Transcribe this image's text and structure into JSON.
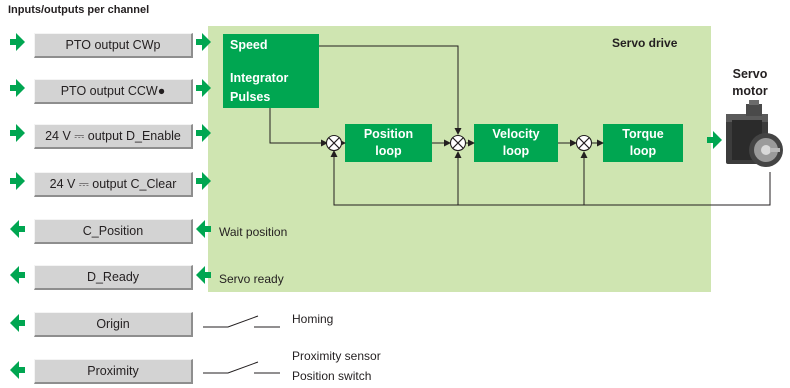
{
  "heading": "Inputs/outputs per channel",
  "drive_label": "Servo drive",
  "io": [
    {
      "label": "PTO output CWp",
      "dir": "in"
    },
    {
      "label": "PTO output CCW●",
      "dir": "in"
    },
    {
      "label": "24 V ⎓ output D_Enable",
      "dir": "in"
    },
    {
      "label": "24 V ⎓ output C_Clear",
      "dir": "in"
    },
    {
      "label": "C_Position",
      "dir": "out"
    },
    {
      "label": "D_Ready",
      "dir": "out"
    },
    {
      "label": "Origin",
      "dir": "out"
    },
    {
      "label": "Proximity",
      "dir": "out"
    }
  ],
  "blocks": {
    "speed": "Speed",
    "integrator": "Integrator",
    "pulses": "Pulses",
    "position_loop": [
      "Position",
      "loop"
    ],
    "velocity_loop": [
      "Velocity",
      "loop"
    ],
    "torque_loop": [
      "Torque",
      "loop"
    ]
  },
  "labels": {
    "wait_position": "Wait position",
    "servo_ready": "Servo ready",
    "homing": "Homing",
    "proximity_sensor": "Proximity sensor",
    "position_switch": "Position switch"
  },
  "motor": {
    "title_line1": "Servo",
    "title_line2": "motor"
  },
  "colors": {
    "block_green": "#00a651",
    "drive_bg": "#cfe5b1",
    "box_grey": "#d3d3d3"
  }
}
